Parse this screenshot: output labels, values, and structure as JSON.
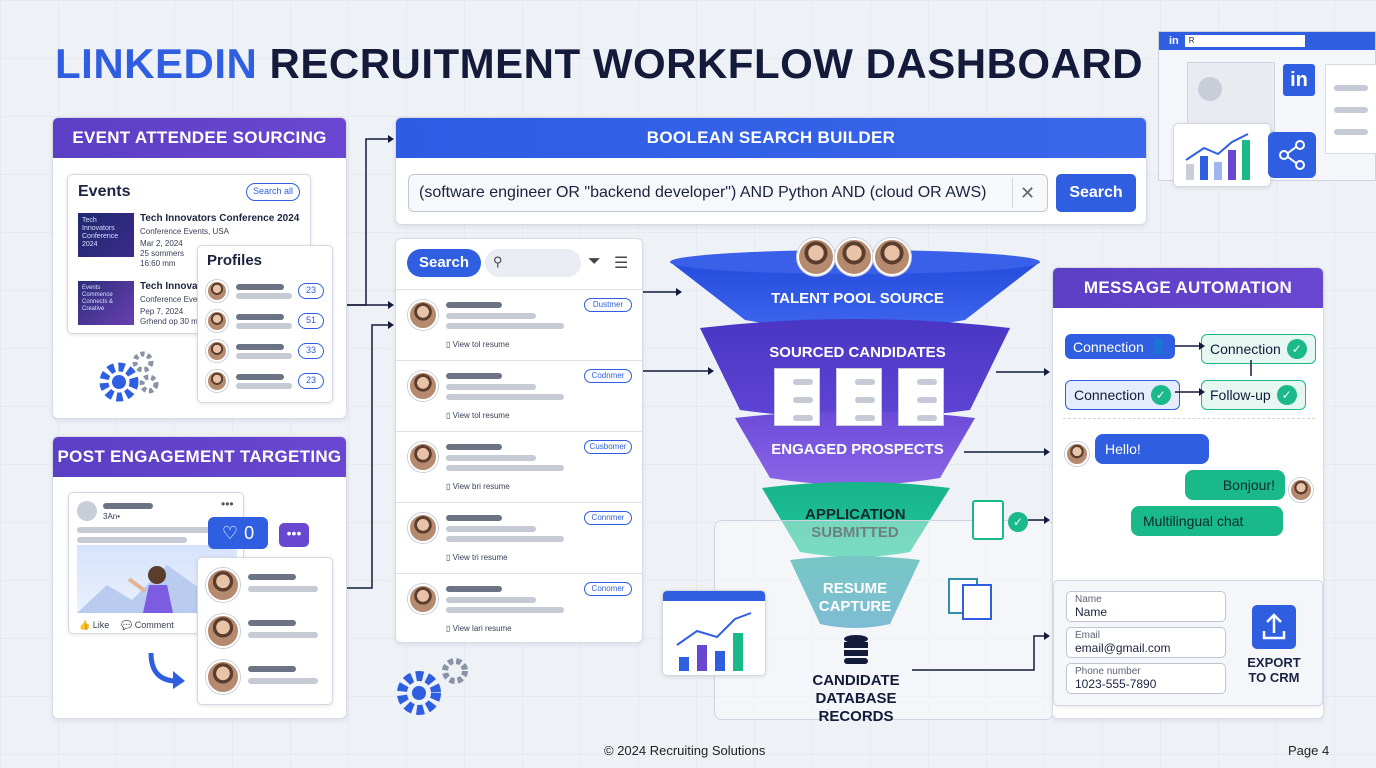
{
  "title": {
    "accent": "LINKEDIN",
    "rest": "RECRUITMENT WORKFLOW DASHBOARD"
  },
  "event_panel": {
    "header": "EVENT ATTENDEE SOURCING",
    "events_title": "Events",
    "search_all": "Search all",
    "events": [
      {
        "thumb_text": "Tech Innovators Conference 2024",
        "name": "Tech Innovators Conference 2024",
        "sub": "Conference Events, USA",
        "date": "Mar 2, 2024",
        "meta1": "25 sommers",
        "meta2": "16:60 mm"
      },
      {
        "thumb_text": "Events Commence Connects & Creative",
        "name": "Tech Innovat",
        "sub": "Conference Even",
        "date": "Pep 7, 2024",
        "meta1": "Grhend op 30 m",
        "meta2": ""
      }
    ],
    "profiles_title": "Profiles",
    "profile_counts": [
      "23",
      "51",
      "33",
      "23"
    ]
  },
  "post_panel": {
    "header": "POST ENGAGEMENT TARGETING",
    "post_time": "3An•",
    "like_count": "0",
    "like_label": "Like",
    "comment_label": "Comment"
  },
  "boolean": {
    "header": "BOOLEAN SEARCH BUILDER",
    "query": "(software engineer OR \"backend developer\") AND Python AND (cloud OR AWS)",
    "search_button": "Search"
  },
  "results": {
    "search_tab": "Search",
    "rows": [
      {
        "pill": "Dustmer",
        "link": "View tol resume"
      },
      {
        "pill": "Codnmer",
        "link": "View tol resume"
      },
      {
        "pill": "Cusbomer",
        "link": "View bri resume"
      },
      {
        "pill": "Connmer",
        "link": "View tri resume"
      },
      {
        "pill": "Conomer",
        "link": "View lari resume"
      }
    ]
  },
  "funnel": {
    "stages": [
      "TALENT POOL SOURCE",
      "SOURCED CANDIDATES",
      "ENGAGED PROSPECTS",
      "APPLICATION SUBMITTED",
      "RESUME CAPTURE"
    ],
    "database_label": "CANDIDATE DATABASE RECORDS"
  },
  "messages": {
    "header": "MESSAGE AUTOMATION",
    "flow": [
      "Connection",
      "Connection",
      "Connection",
      "Follow-up"
    ],
    "chat": [
      "Hello!",
      "Bonjour!",
      "Multilingual chat"
    ]
  },
  "crm": {
    "fields": [
      {
        "label": "Name",
        "value": "Name"
      },
      {
        "label": "Email",
        "value": "email@gmail.com"
      },
      {
        "label": "Phone number",
        "value": "1023-555-7890"
      }
    ],
    "export_label": "EXPORT TO CRM"
  },
  "linkedin_preview": {
    "logo": "in",
    "url_text": "R"
  },
  "footer": {
    "copyright": "© 2024 Recruiting Solutions",
    "page": "Page 4"
  },
  "colors": {
    "brand_blue": "#2f5fe0",
    "purple": "#5b3fc4",
    "teal": "#19b98a",
    "navy": "#141b3a"
  }
}
